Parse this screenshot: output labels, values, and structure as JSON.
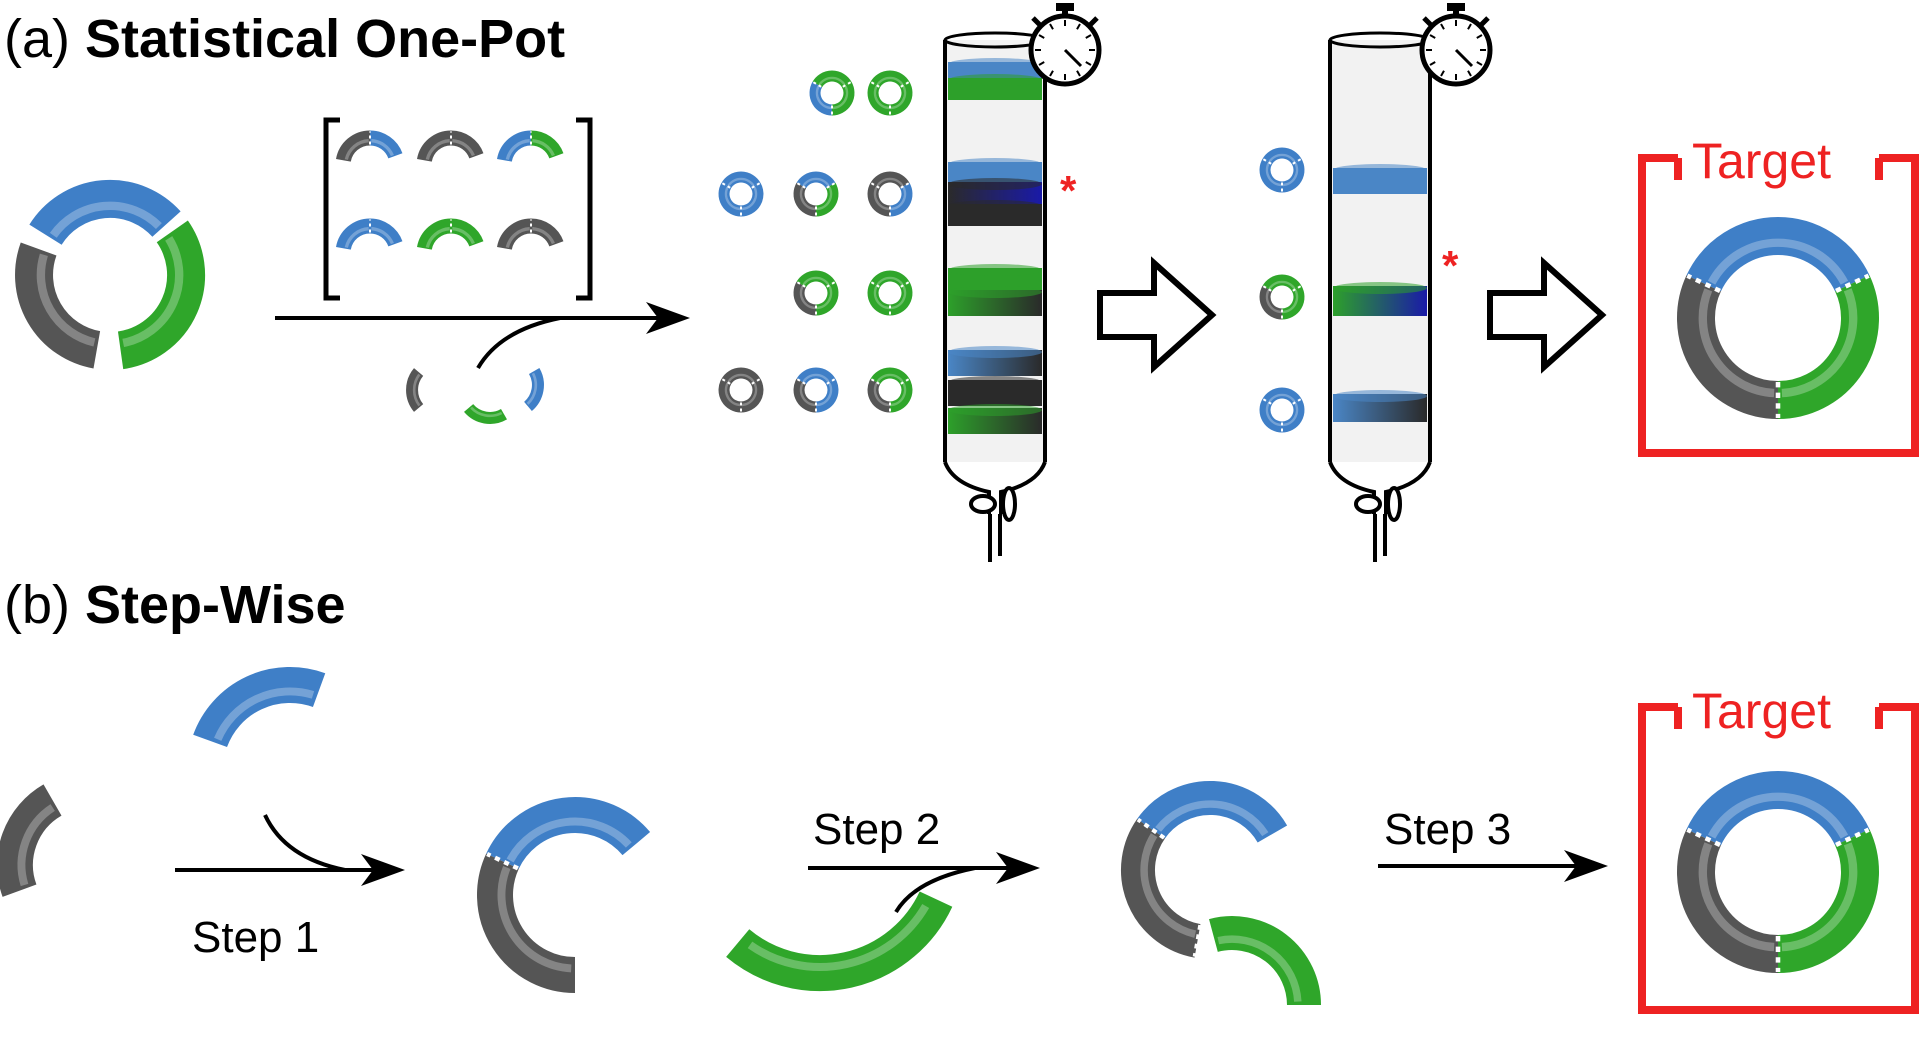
{
  "section_a": {
    "letter": "(a)",
    "title": "Statistical One-Pot"
  },
  "section_b": {
    "letter": "(b)",
    "title": "Step-Wise"
  },
  "steps": [
    "Step 1",
    "Step 2",
    "Step 3"
  ],
  "target_label": "Target",
  "asterisk": "*",
  "colors": {
    "blue": "#3f7fc7",
    "green": "#2fa62a",
    "grey": "#555555",
    "red": "#ee2222",
    "dark_blue": "#1a1aa8",
    "black": "#000000"
  },
  "icons": [
    "segment-ring-icon",
    "macrocycle-icon",
    "chromatography-column-icon",
    "stopwatch-icon",
    "hollow-arrow-icon",
    "reaction-arrow-icon",
    "target-bracket-icon"
  ]
}
